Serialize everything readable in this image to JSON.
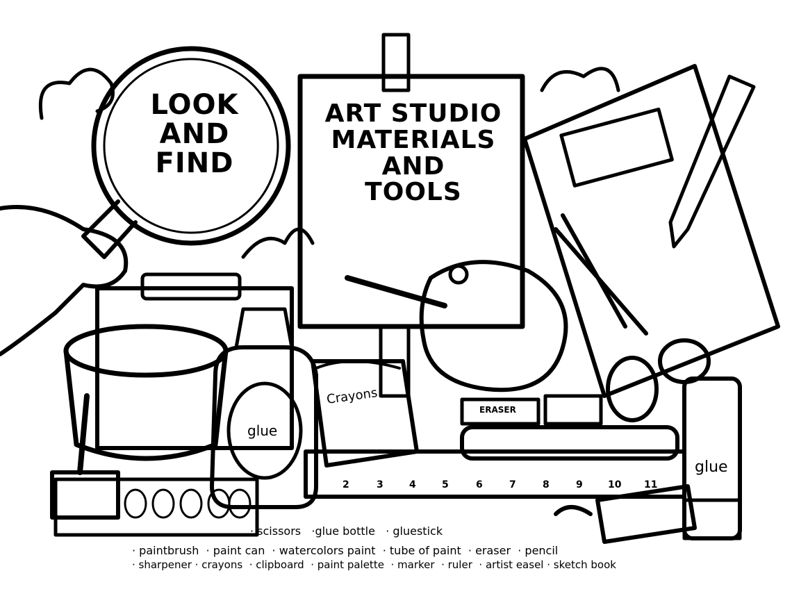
{
  "page": {
    "title": "Look and Find",
    "subtitle_lines": [
      "ART STUDIO",
      "MATERIALS",
      "AND",
      "TOOLS"
    ],
    "title_lines": [
      "LOOK",
      "AND",
      "FIND"
    ]
  },
  "item_labels": {
    "crayons_box": "Crayons",
    "glue_bottle": "glue",
    "gluestick": "glue",
    "eraser": "ERASER"
  },
  "ruler": {
    "numbers": [
      "2",
      "3",
      "4",
      "5",
      "6",
      "7",
      "8",
      "9",
      "10",
      "11"
    ]
  },
  "word_list": {
    "row1": [
      "· scissors",
      "·glue bottle",
      "· gluestick"
    ],
    "row2": [
      "· paintbrush",
      "· paint can",
      "· watercolors paint",
      "· tube of paint",
      "· eraser",
      "· pencil"
    ],
    "row3": [
      "· sharpener",
      "· crayons",
      "· clipboard",
      "· paint palette",
      "· marker",
      "· ruler",
      "· artist easel",
      "· sketch book"
    ]
  }
}
